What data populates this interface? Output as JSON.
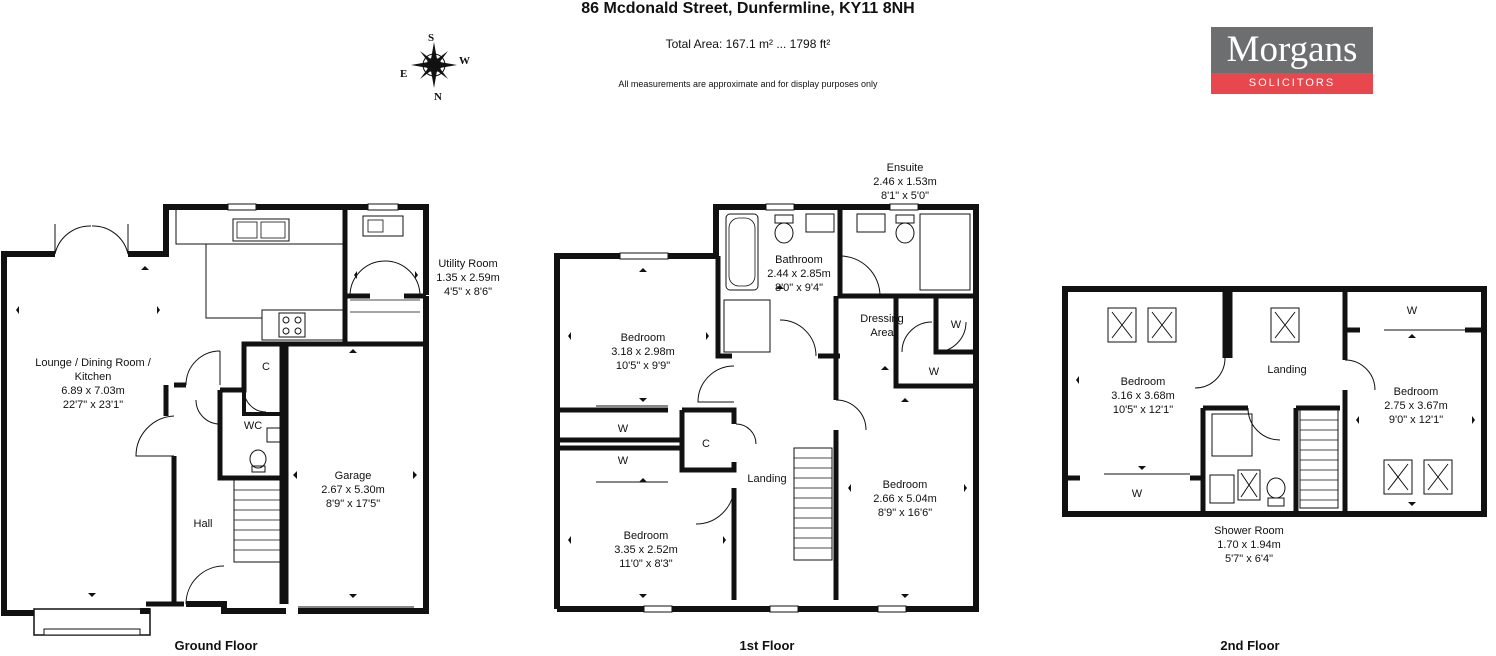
{
  "header": {
    "address": "86 Mcdonald Street, Dunfermline, KY11 8NH",
    "total_area": "Total Area: 167.1 m² ... 1798 ft²",
    "disclaimer": "All measurements are approximate and for display purposes only"
  },
  "logo": {
    "name": "Morgans",
    "tagline": "SOLICITORS",
    "colors": {
      "grey": "#6d6e70",
      "red": "#e8484d"
    }
  },
  "compass": {
    "s": "S",
    "w": "W",
    "e": "E",
    "n": "N"
  },
  "floors": {
    "ground": {
      "label": "Ground Floor",
      "rooms": {
        "lounge": {
          "name1": "Lounge / Dining Room /",
          "name2": "Kitchen",
          "metric": "6.89 x 7.03m",
          "imperial": "22'7\" x 23'1\""
        },
        "utility": {
          "name": "Utility Room",
          "metric": "1.35 x 2.59m",
          "imperial": "4'5\" x 8'6\""
        },
        "garage": {
          "name": "Garage",
          "metric": "2.67 x 5.30m",
          "imperial": "8'9\" x 17'5\""
        },
        "wc": {
          "name": "WC"
        },
        "cupboard": {
          "name": "C"
        },
        "hall": {
          "name": "Hall"
        }
      }
    },
    "first": {
      "label": "1st Floor",
      "rooms": {
        "ensuite": {
          "name": "Ensuite",
          "metric": "2.46 x 1.53m",
          "imperial": "8'1\" x 5'0\""
        },
        "bathroom": {
          "name": "Bathroom",
          "metric": "2.44 x 2.85m",
          "imperial": "8'0\" x 9'4\""
        },
        "bedroom1": {
          "name": "Bedroom",
          "metric": "3.18 x 2.98m",
          "imperial": "10'5\" x 9'9\""
        },
        "bedroom2": {
          "name": "Bedroom",
          "metric": "3.35 x 2.52m",
          "imperial": "11'0\" x 8'3\""
        },
        "bedroom3": {
          "name": "Bedroom",
          "metric": "2.66 x 5.04m",
          "imperial": "8'9\" x 16'6\""
        },
        "dressing": {
          "name1": "Dressing",
          "name2": "Area"
        },
        "landing": {
          "name": "Landing"
        },
        "cupboard": {
          "name": "C"
        },
        "wardrobes": [
          "W",
          "W",
          "W",
          "W"
        ]
      }
    },
    "second": {
      "label": "2nd Floor",
      "rooms": {
        "bedroom1": {
          "name": "Bedroom",
          "metric": "3.16 x 3.68m",
          "imperial": "10'5\" x 12'1\""
        },
        "bedroom2": {
          "name": "Bedroom",
          "metric": "2.75 x 3.67m",
          "imperial": "9'0\" x 12'1\""
        },
        "landing": {
          "name": "Landing"
        },
        "shower": {
          "name": "Shower Room",
          "metric": "1.70 x 1.94m",
          "imperial": "5'7\" x 6'4\""
        },
        "wardrobes": [
          "W",
          "W"
        ]
      }
    }
  }
}
